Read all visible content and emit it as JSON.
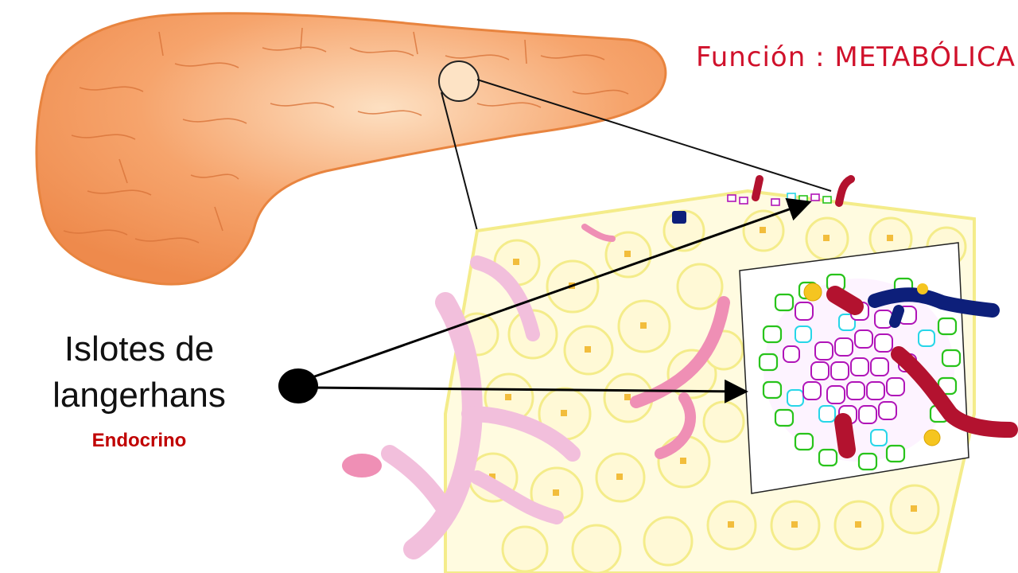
{
  "labels": {
    "function_title": "Función : METABÓLICA",
    "islets_line1": "Islotes de",
    "islets_line2": "langerhans",
    "type": "Endocrino"
  },
  "colors": {
    "pancreas": "#f29a5e",
    "acini_outline": "#f4ec8a",
    "duct": "#f2b8d8",
    "alpha_cells": "#28c31b",
    "beta_cells": "#b014b8",
    "delta_cells": "#27d6e8",
    "artery": "#b3122f",
    "vein": "#0d1f7a",
    "text_red": "#c00000"
  }
}
